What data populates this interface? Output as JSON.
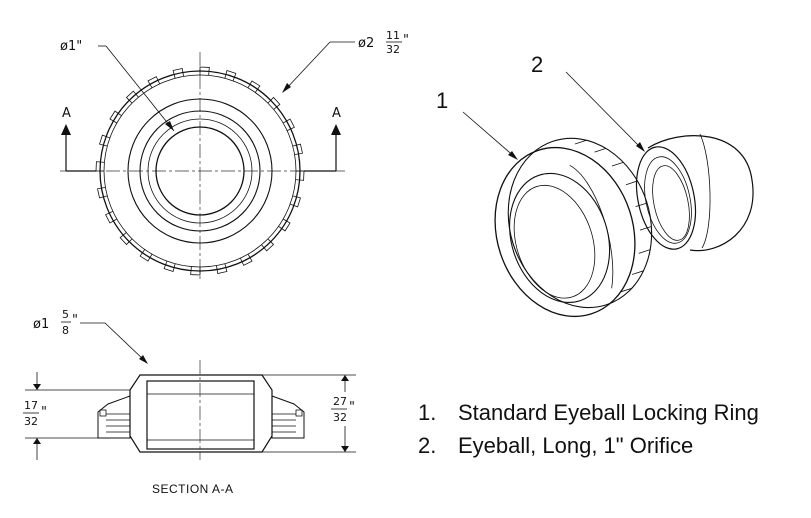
{
  "dimensions": {
    "top_small_dia": "ø1\"",
    "top_large_dia_whole": "ø2",
    "top_large_dia_num": "11",
    "top_large_dia_den": "32",
    "section_dia_whole": "ø1",
    "section_dia_num": "5",
    "section_dia_den": "8",
    "left_height_num": "17",
    "left_height_den": "32",
    "right_height_num": "27",
    "right_height_den": "32",
    "inch_mark": "\""
  },
  "section_markers": {
    "left": "A",
    "right": "A"
  },
  "section_label": "SECTION A-A",
  "callouts": {
    "part1": "1",
    "part2": "2"
  },
  "parts_list": [
    {
      "num": "1.",
      "name": "Standard Eyeball Locking Ring"
    },
    {
      "num": "2.",
      "name": "Eyeball, Long, 1\" Orifice"
    }
  ]
}
